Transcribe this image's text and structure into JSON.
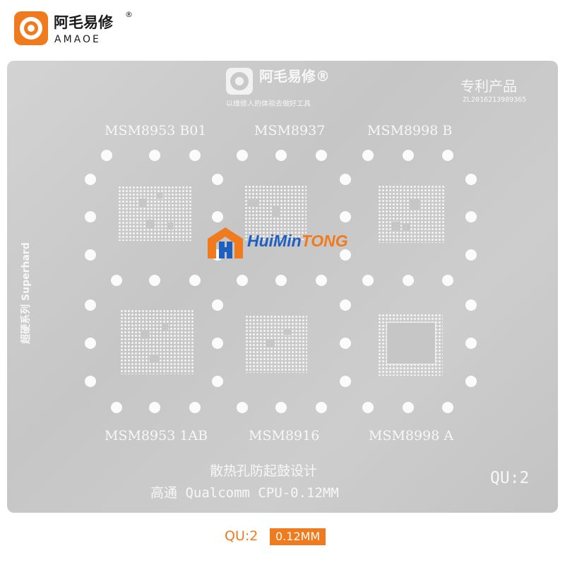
{
  "brand": {
    "name_cn": "阿毛易修",
    "registered": "®",
    "name_en": "AMAOE"
  },
  "plate": {
    "brand": "阿毛易修®",
    "slogan": "以维修人的体验去做好工具",
    "patent": "专利产品",
    "patent_no": "ZL2016213989365",
    "side_text": "超硬系列 Superhard",
    "chips": {
      "top_left": "MSM8953 B01",
      "top_center": "MSM8937",
      "top_right": "MSM8998 B",
      "bottom_left": "MSM8953 1AB",
      "bottom_center": "MSM8916",
      "bottom_right": "MSM8998 A"
    },
    "line1": "散热孔防起鼓设计",
    "line2": "高通  Qualcomm CPU-0.12MM",
    "qu_badge": "QU:2"
  },
  "watermark": {
    "part1": "HuiMin",
    "part2": "TONG"
  },
  "spec": {
    "model": "QU:2",
    "thickness": "0.12MM"
  },
  "colors": {
    "accent": "#f07a1e",
    "watermark_blue": "#1f5fbf",
    "plate": "#c9c9c9"
  }
}
